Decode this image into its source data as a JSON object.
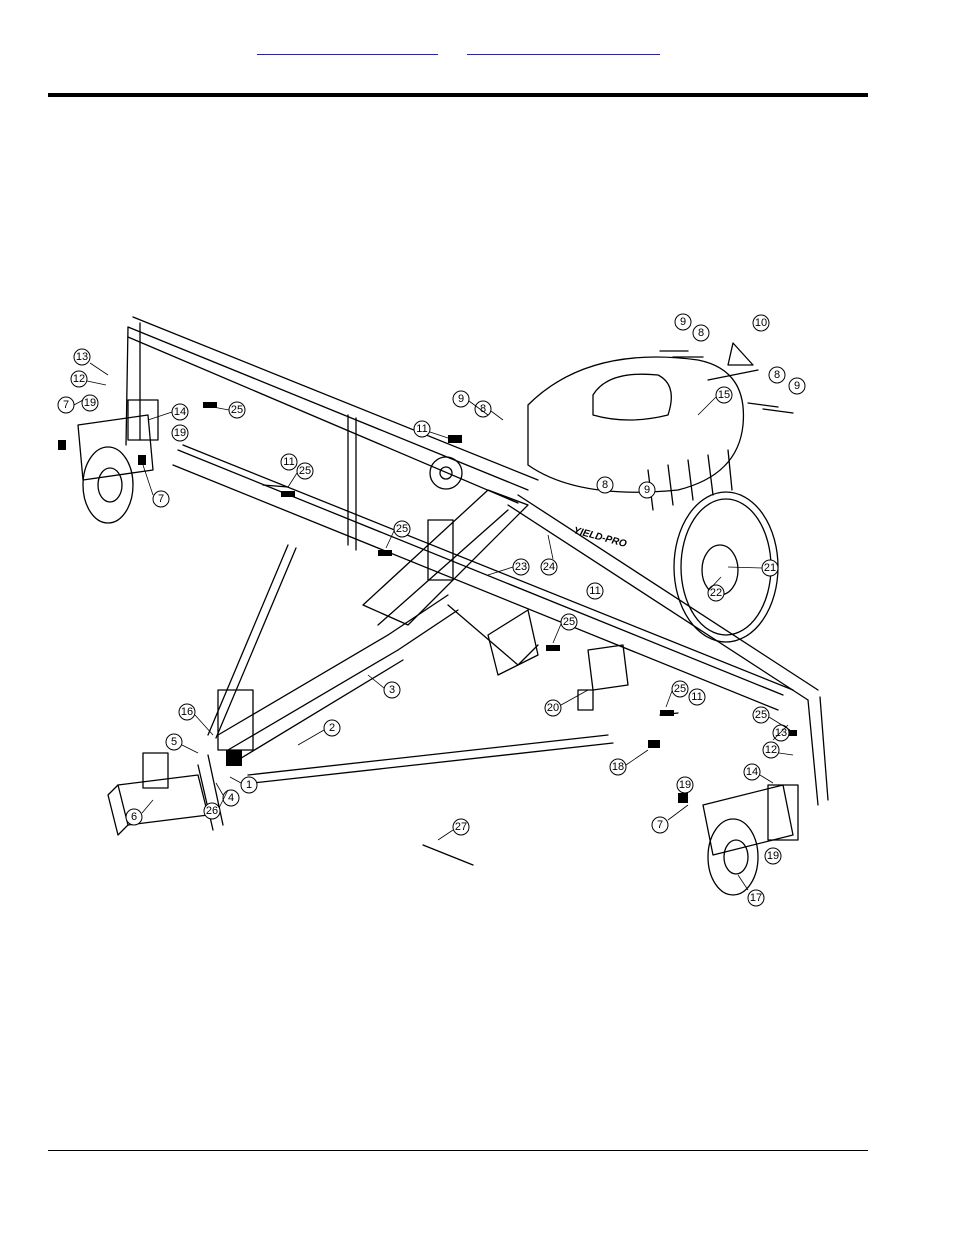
{
  "header": {
    "links": [
      {
        "label": ""
      },
      {
        "label": ""
      }
    ]
  },
  "figure": {
    "decal_text": "YIELD-PRO",
    "callouts": [
      "1",
      "2",
      "3",
      "4",
      "5",
      "6",
      "7",
      "8",
      "9",
      "10",
      "11",
      "12",
      "13",
      "14",
      "15",
      "16",
      "17",
      "18",
      "19",
      "20",
      "21",
      "22",
      "23",
      "24",
      "25",
      "26",
      "27"
    ],
    "colors": {
      "line": "#000000",
      "link": "#1a1aff",
      "background": "#ffffff"
    }
  }
}
